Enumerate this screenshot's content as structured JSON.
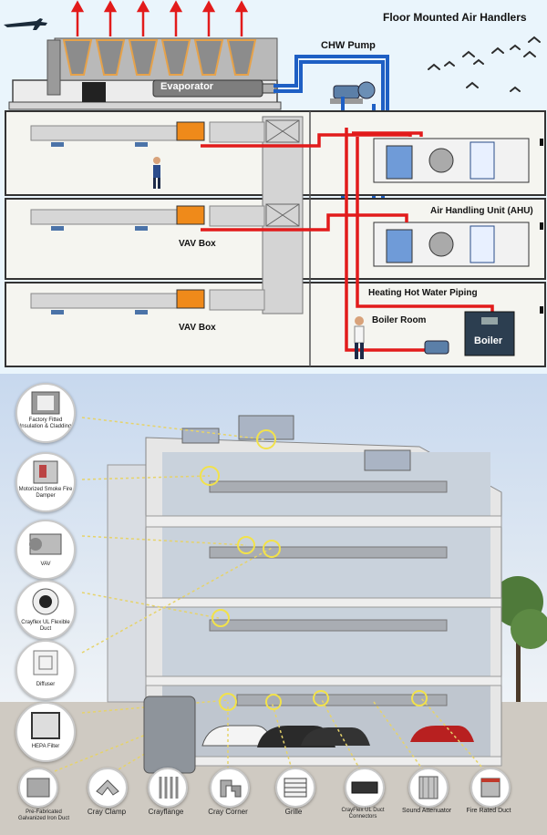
{
  "top": {
    "title": "Floor Mounted Air Handlers",
    "evaporator": "Evaporator",
    "chw_pump": "CHW Pump",
    "vav_box_2": "VAV Box",
    "vav_box_3": "VAV Box",
    "ahu": "Air Handling Unit (AHU)",
    "heating_piping": "Heating Hot Water Piping",
    "boiler_room": "Boiler Room",
    "boiler": "Boiler"
  },
  "components": {
    "factory_insulation": "Factory Fitted Insulation & Cladding",
    "smoke_damper": "Motorized Smoke Fire Damper",
    "vav": "VAV",
    "flex_duct": "Crayflex UL Flexible Duct",
    "diffuser": "Diffuser",
    "hepa": "HEPA Filter",
    "galvanized_duct": "Pre-Fabricated Galvanized Iron Duct",
    "cray_clamp": "Cray Clamp",
    "crayflange": "Crayflange",
    "cray_corner": "Cray Corner",
    "grille": "Grille",
    "duct_connectors": "CrayFlex UL Duct Connectors",
    "sound_attenuator": "Sound Attenuator",
    "fire_rated_duct": "Fire Rated Duct"
  },
  "colors": {
    "chilled_water": "#1e5fc4",
    "hot_water": "#e21b1b",
    "duct": "#d4d4d4",
    "sky": "#eaf5fc"
  }
}
